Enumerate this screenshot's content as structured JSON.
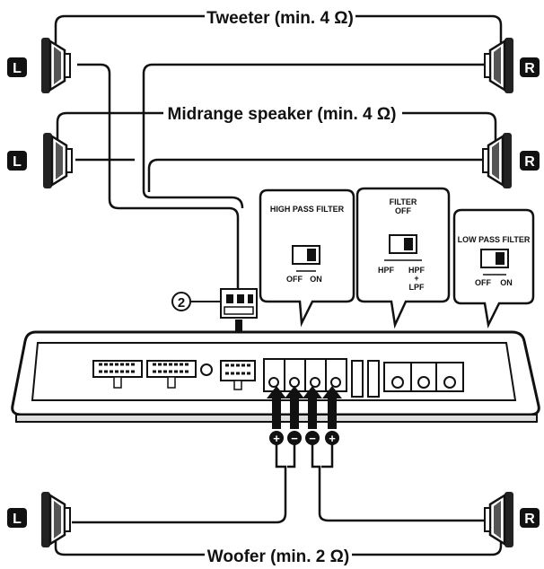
{
  "labels": {
    "tweeter": "Tweeter (min. 4 Ω)",
    "midrange": "Midrange speaker (min. 4 Ω)",
    "woofer": "Woofer (min. 2 Ω)",
    "step": "2"
  },
  "sides": {
    "left": "L",
    "right": "R"
  },
  "switches": {
    "hpf": {
      "title": "HIGH PASS FILTER",
      "off": "OFF",
      "on": "ON",
      "position": "on"
    },
    "filter": {
      "title_line1": "FILTER",
      "title_line2": "OFF",
      "opt_a": "HPF",
      "opt_b": "HPF",
      "plus": "+",
      "opt_b2": "LPF",
      "position": "hpf+lpf"
    },
    "lpf": {
      "title": "LOW PASS FILTER",
      "off": "OFF",
      "on": "ON",
      "position": "on"
    }
  },
  "terminals": {
    "polarity": [
      "+",
      "−",
      "−",
      "+"
    ]
  }
}
